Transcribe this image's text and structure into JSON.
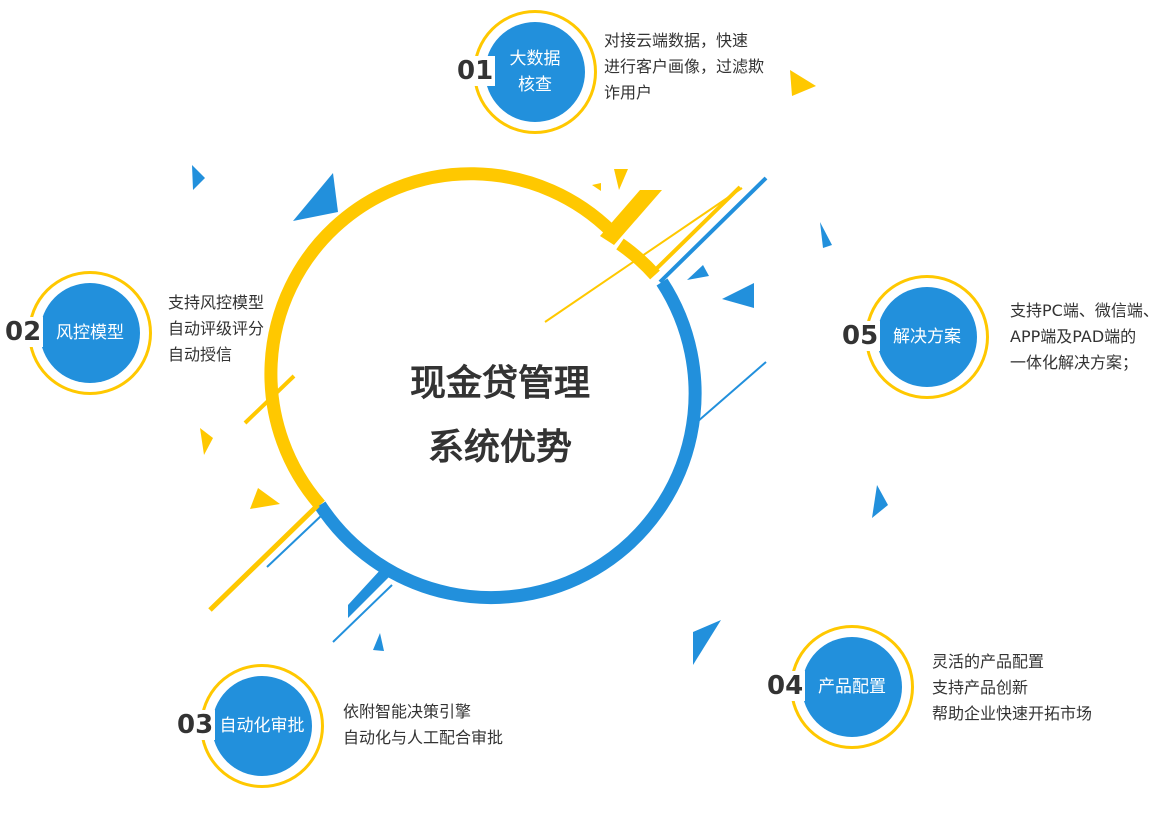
{
  "title": {
    "line1": "现金贷管理",
    "line2": "系统优势"
  },
  "colors": {
    "yellow": "#ffc800",
    "blue": "#2290dc",
    "text": "#333333"
  },
  "nodes": [
    {
      "number": "01",
      "label": "大数据核查",
      "desc": [
        "对接云端数据，快速",
        "进行客户画像，过滤欺",
        "诈用户"
      ]
    },
    {
      "number": "02",
      "label": "风控模型",
      "desc": [
        "支持风控模型",
        "自动评级评分",
        "自动授信"
      ]
    },
    {
      "number": "03",
      "label": "自动化审批",
      "desc": [
        "依附智能决策引擎",
        "自动化与人工配合审批"
      ]
    },
    {
      "number": "04",
      "label": "产品配置",
      "desc": [
        "灵活的产品配置",
        "支持产品创新",
        "帮助企业快速开拓市场"
      ]
    },
    {
      "number": "05",
      "label": "解决方案",
      "desc": [
        "支持PC端、微信端、",
        "APP端及PAD端的",
        "一体化解决方案；"
      ]
    }
  ]
}
